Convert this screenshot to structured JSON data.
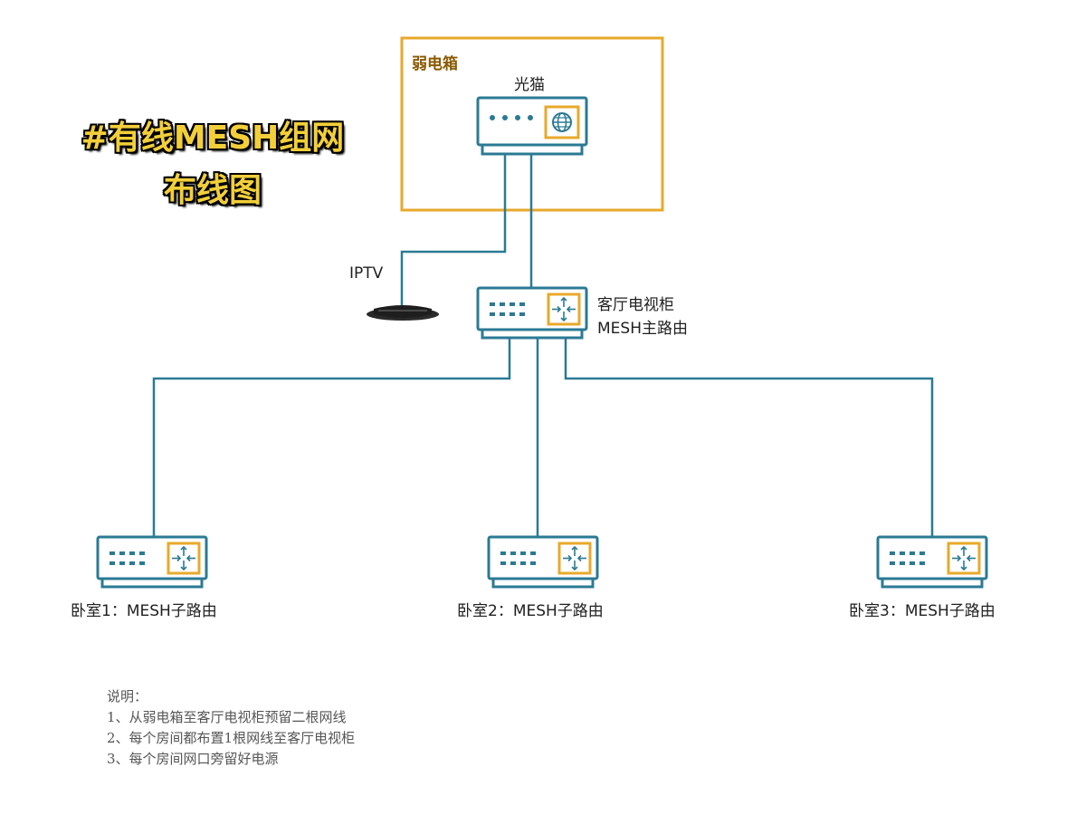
{
  "title": {
    "line1": "#有线MESH组网",
    "line2": "布线图"
  },
  "weak_box": {
    "label": "弱电箱"
  },
  "modem": {
    "label": "光猫",
    "icon": "globe-icon"
  },
  "iptv": {
    "label": "IPTV"
  },
  "main_router": {
    "label_line1": "客厅电视柜",
    "label_line2": "MESH主路由"
  },
  "sub_routers": [
    {
      "label": "卧室1：MESH子路由"
    },
    {
      "label": "卧室2：MESH子路由"
    },
    {
      "label": "卧室3：MESH子路由"
    }
  ],
  "notes": {
    "heading": "说明：",
    "items": [
      "1、从弱电箱至客厅电视柜预留二根网线",
      "2、每个房间都布置1根网线至客厅电视柜",
      "3、每个房间网口旁留好电源"
    ]
  },
  "colors": {
    "device_outline": "#2b7a94",
    "line": "#2b7a94",
    "accent_box": "#e8a92b",
    "title_yellow": "#f2cf3a"
  }
}
